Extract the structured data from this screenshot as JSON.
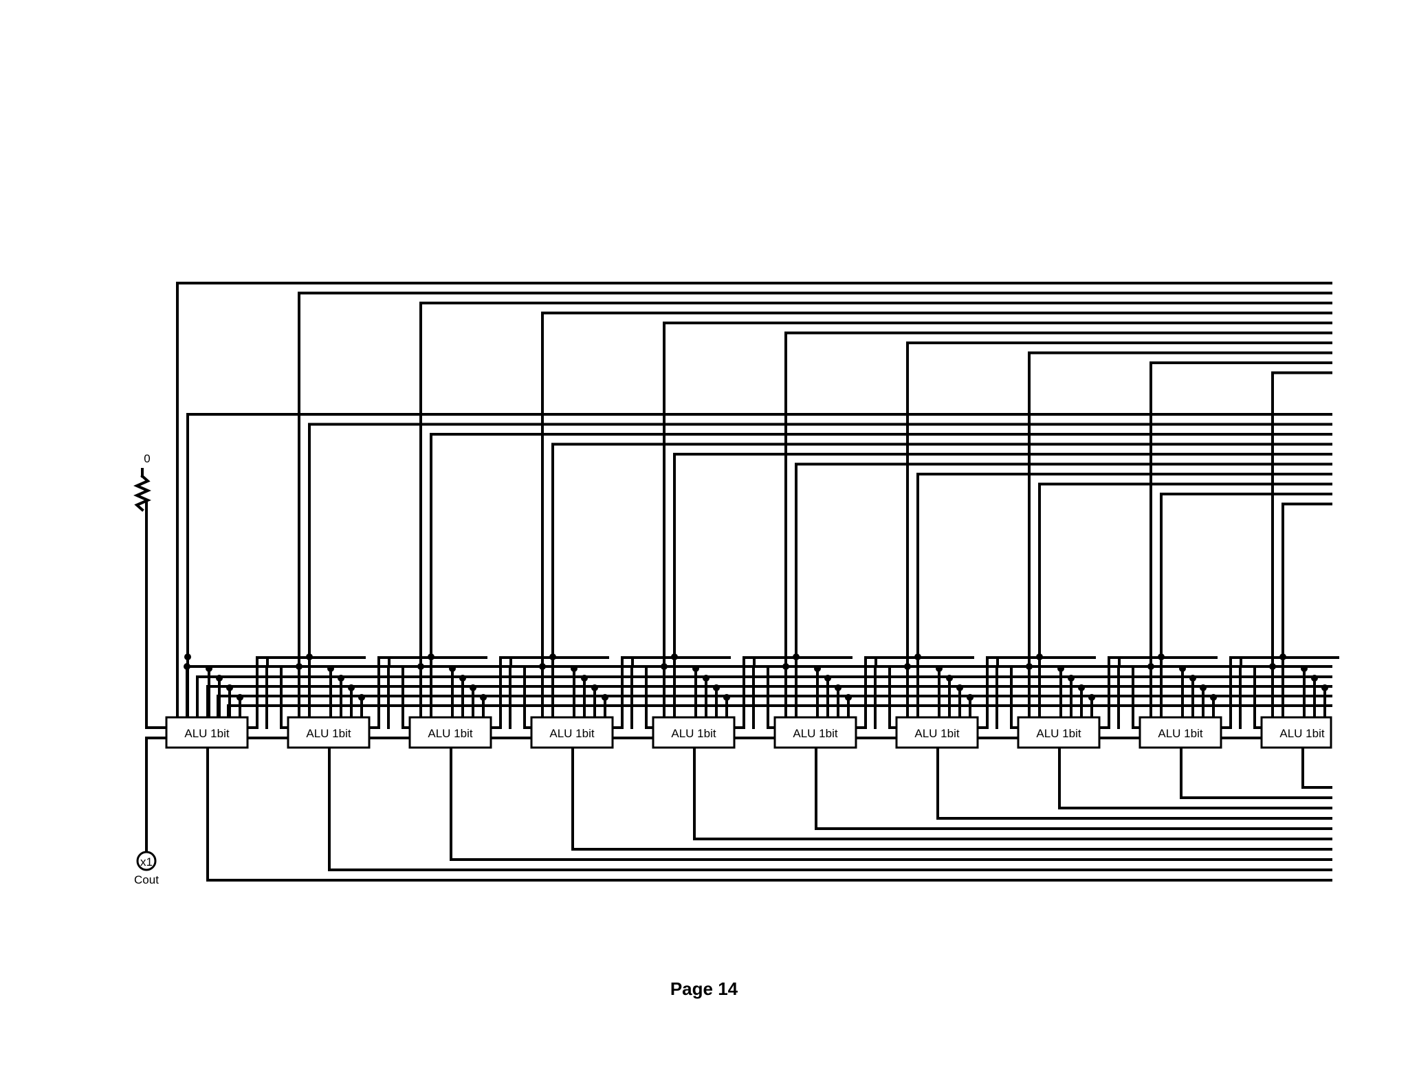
{
  "diagram": {
    "module_label": "ALU 1bit",
    "module_count": 10,
    "input_label": "0",
    "probe_label": "x1",
    "output_label": "Cout",
    "wire_color": "#000000",
    "background_color": "#ffffff"
  },
  "footer": {
    "page_label": "Page 14"
  }
}
